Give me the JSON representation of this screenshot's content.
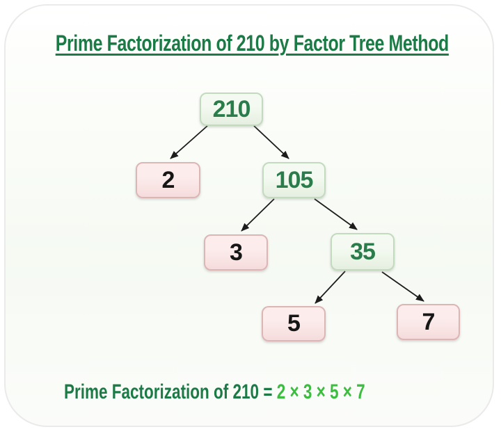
{
  "title": "Prime Factorization of 210 by Factor Tree Method",
  "tree": {
    "nodes": [
      {
        "label": "210",
        "type": "composite"
      },
      {
        "label": "2",
        "type": "prime"
      },
      {
        "label": "105",
        "type": "composite"
      },
      {
        "label": "3",
        "type": "prime"
      },
      {
        "label": "35",
        "type": "composite"
      },
      {
        "label": "5",
        "type": "prime"
      },
      {
        "label": "7",
        "type": "prime"
      }
    ],
    "edges": [
      {
        "from": "210",
        "to": "2"
      },
      {
        "from": "210",
        "to": "105"
      },
      {
        "from": "105",
        "to": "3"
      },
      {
        "from": "105",
        "to": "35"
      },
      {
        "from": "35",
        "to": "5"
      },
      {
        "from": "35",
        "to": "7"
      }
    ]
  },
  "result": {
    "prefix": "Prime Factorization of 210 = ",
    "factors": "2 × 3 × 5 × 7"
  },
  "colors": {
    "title_green": "#1c7a46",
    "factor_green": "#3cbd40",
    "green_node_text": "#2a7d4b",
    "green_node_bg_top": "#f4faf1",
    "green_node_bg_bottom": "#e5efe0",
    "green_node_border": "#c2dabd",
    "pink_node_text": "#161616",
    "pink_node_bg_top": "#fcecec",
    "pink_node_bg_bottom": "#f6dcdc",
    "pink_node_border": "#dcb5b5",
    "arrow": "#1c1c1c"
  }
}
